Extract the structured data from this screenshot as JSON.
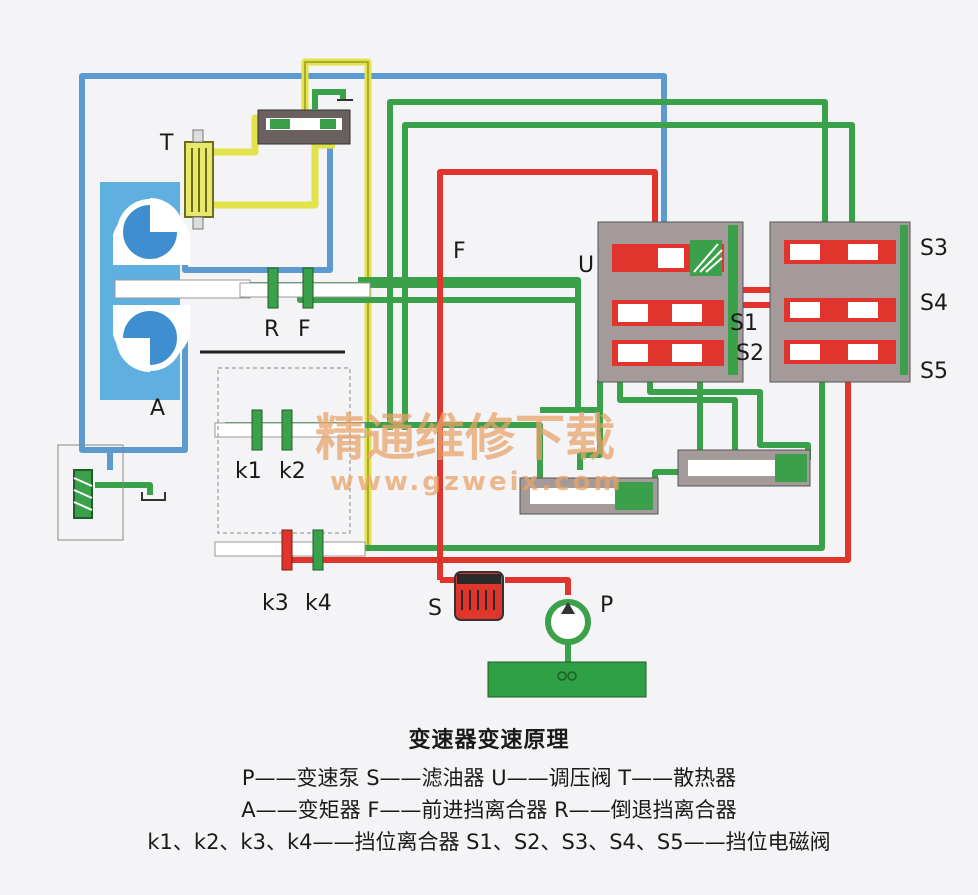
{
  "labels": {
    "T": "T",
    "U": "U",
    "F_line": "F",
    "A": "A",
    "R": "R",
    "F": "F",
    "k1": "k1",
    "k2": "k2",
    "k3": "k3",
    "k4": "k4",
    "S": "S",
    "P": "P",
    "S1": "S1",
    "S2": "S2",
    "S3": "S3",
    "S4": "S4",
    "S5": "S5"
  },
  "watermark": {
    "cn": "精通维修下载",
    "url": "www.gzweix.com"
  },
  "caption": {
    "title": "变速器变速原理",
    "line1": "P——变速泵  S——滤油器  U——调压阀  T——散热器",
    "line2": "A——变矩器  F——前进挡离合器  R——倒退挡离合器",
    "line3": "k1、k2、k3、k4——挡位离合器  S1、S2、S3、S4、S5——挡位电磁阀"
  },
  "colors": {
    "pressure_line": "#e0342c",
    "control_line": "#3aa14a",
    "converter_line": "#5b9bd0",
    "cooler_line": "#e2e34a",
    "valve_body": "#a49a9a"
  }
}
